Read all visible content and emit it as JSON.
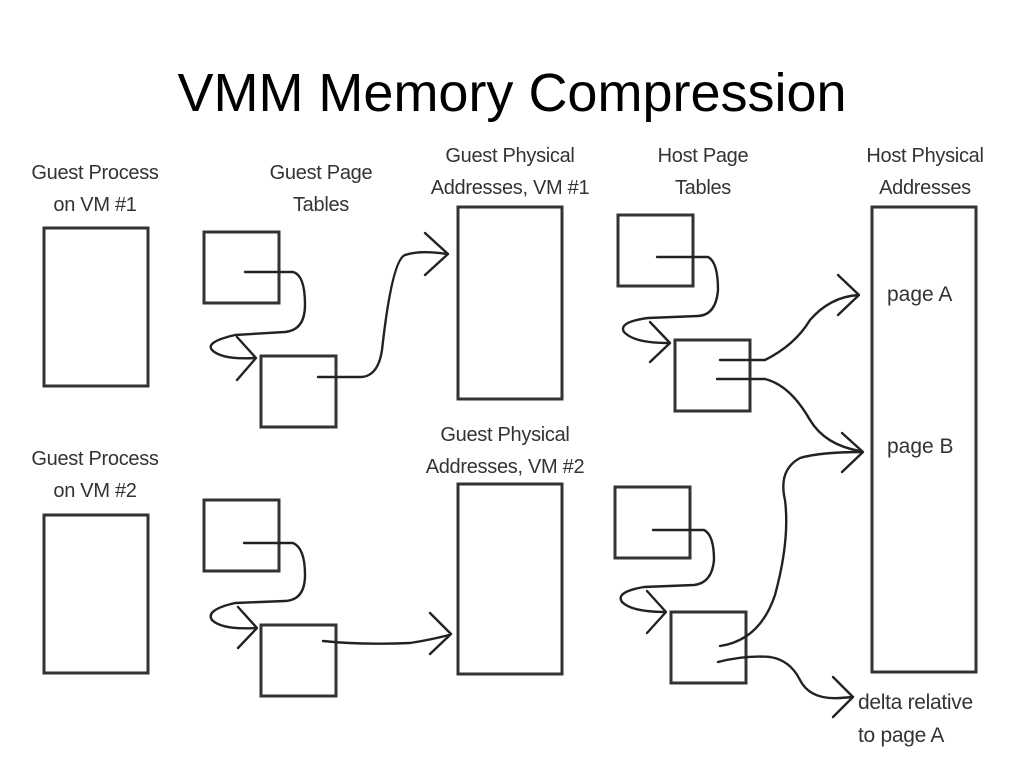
{
  "slide": {
    "title": "VMM Memory Compression"
  },
  "labels": {
    "guest_process_vm1": [
      "Guest Process",
      "on VM #1"
    ],
    "guest_page_tables": [
      "Guest Page",
      "Tables"
    ],
    "guest_phys_vm1": [
      "Guest Physical",
      "Addresses, VM #1"
    ],
    "host_page_tables": [
      "Host Page",
      "Tables"
    ],
    "host_phys": [
      "Host Physical",
      "Addresses"
    ],
    "guest_process_vm2": [
      "Guest Process",
      "on VM #2"
    ],
    "guest_phys_vm2": [
      "Guest Physical",
      "Addresses, VM #2"
    ],
    "page_a": "page A",
    "page_b": "page B",
    "delta": [
      "delta relative",
      "to page A"
    ]
  }
}
